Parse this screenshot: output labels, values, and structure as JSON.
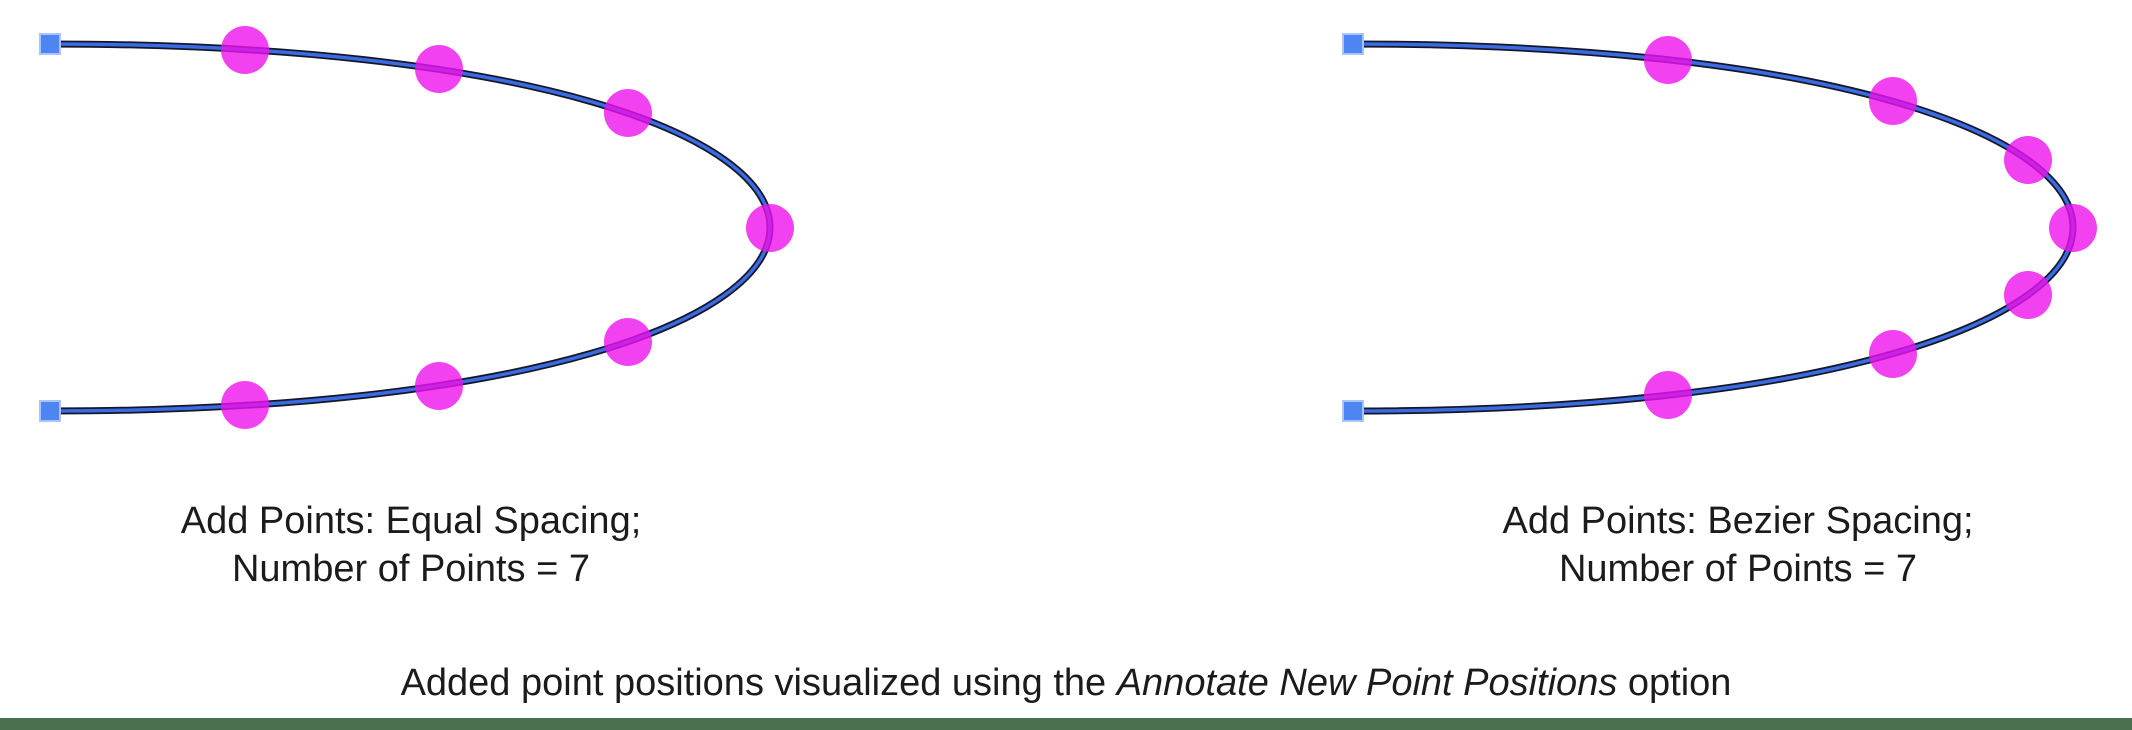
{
  "figure": {
    "curve_color": "#3a6be0",
    "curve_outline_color": "#16162a",
    "endpoint_color": "#4d86f2",
    "endpoint_border_color": "#aac4fb",
    "point_color": "#ee11ee",
    "point_opacity": 0.8,
    "point_radius": 24,
    "endpoint_size": 20,
    "panels": [
      {
        "id": "equal-spacing",
        "caption_line1": "Add Points: Equal Spacing;",
        "caption_line2": "Number of Points = 7",
        "curve": {
          "start": [
            50,
            44
          ],
          "c1": [
            1010,
            44
          ],
          "c2": [
            1010,
            411
          ],
          "end": [
            50,
            411
          ]
        },
        "endpoints": [
          [
            50,
            44
          ],
          [
            50,
            411
          ]
        ],
        "points": [
          [
            245,
            50
          ],
          [
            439,
            69
          ],
          [
            628,
            113
          ],
          [
            770,
            228
          ],
          [
            628,
            342
          ],
          [
            439,
            386
          ],
          [
            245,
            405
          ]
        ]
      },
      {
        "id": "bezier-spacing",
        "caption_line1": "Add Points: Bezier Spacing;",
        "caption_line2": "Number of Points = 7",
        "curve": {
          "start": [
            1353,
            44
          ],
          "c1": [
            2313,
            44
          ],
          "c2": [
            2313,
            411
          ],
          "end": [
            1353,
            411
          ]
        },
        "endpoints": [
          [
            1353,
            44
          ],
          [
            1353,
            411
          ]
        ],
        "points": [
          [
            1668,
            60
          ],
          [
            1893,
            101
          ],
          [
            2028,
            160
          ],
          [
            2073,
            228
          ],
          [
            2028,
            295
          ],
          [
            1893,
            354
          ],
          [
            1668,
            395
          ]
        ]
      }
    ]
  },
  "footer": {
    "text_prefix": "Added point positions visualized using the ",
    "text_italic": "Annotate New Point Positions",
    "text_suffix": " option",
    "bar_color": "#4b7051"
  }
}
